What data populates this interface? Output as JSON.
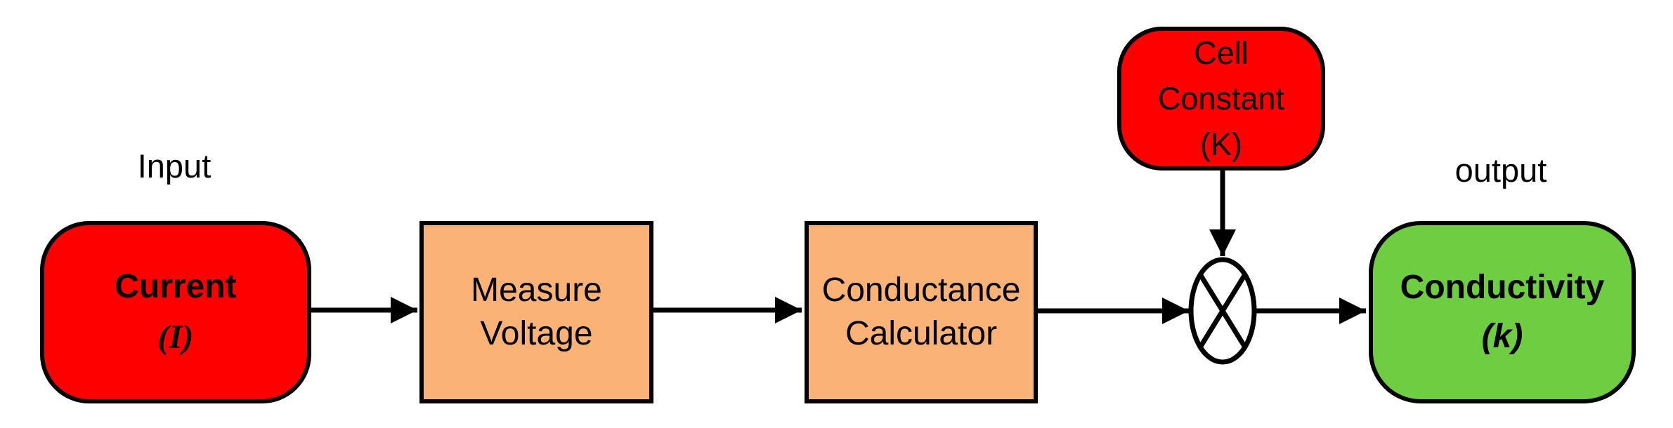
{
  "diagram": {
    "labels": {
      "input": "Input",
      "output": "output"
    },
    "nodes": {
      "current": {
        "title": "Current",
        "symbol": "(I)"
      },
      "measure_voltage": {
        "line1": "Measure",
        "line2": "Voltage"
      },
      "conductance_calculator": {
        "line1": "Conductance",
        "line2": "Calculator"
      },
      "cell_constant": {
        "line1": "Cell",
        "line2": "Constant",
        "line3": "(K)"
      },
      "conductivity": {
        "title": "Conductivity",
        "symbol": "(k)"
      }
    },
    "multiplier": {
      "icon": "circled-times-multiplier-icon"
    },
    "colors": {
      "input_node_fill": "#FE0000",
      "process_node_fill": "#FBB277",
      "output_node_fill": "#6ECD41",
      "line_and_border": "#000000",
      "background": "#FFFFFF"
    }
  }
}
